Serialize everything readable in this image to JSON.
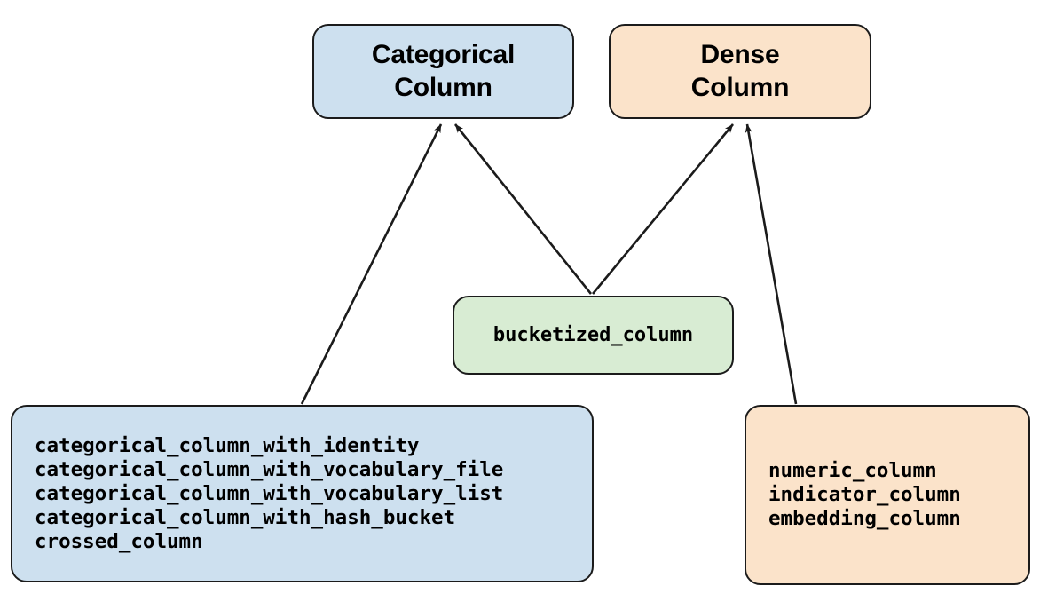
{
  "diagram": {
    "title_semantics": "TensorFlow feature column type hierarchy",
    "colors": {
      "categorical_fill": "#cde0ef",
      "dense_fill": "#fbe3ca",
      "bucketized_fill": "#d8ecd3",
      "stroke": "#1b1b1b",
      "text": "#000000",
      "background": "#ffffff"
    },
    "nodes": {
      "categorical_column": {
        "label": "Categorical\nColumn",
        "fill": "#cde0ef"
      },
      "dense_column": {
        "label": "Dense\nColumn",
        "fill": "#fbe3ca"
      },
      "bucketized_column": {
        "label": "bucketized_column",
        "fill": "#d8ecd3"
      },
      "categorical_constructors": {
        "fill": "#cde0ef",
        "items": [
          "categorical_column_with_identity",
          "categorical_column_with_vocabulary_file",
          "categorical_column_with_vocabulary_list",
          "categorical_column_with_hash_bucket",
          "crossed_column"
        ]
      },
      "dense_constructors": {
        "fill": "#fbe3ca",
        "items": [
          "numeric_column",
          "indicator_column",
          "embedding_column"
        ]
      }
    },
    "edges": [
      {
        "from": "categorical_constructors",
        "to": "categorical_column",
        "arrow": "open-head"
      },
      {
        "from": "bucketized_column",
        "to": "categorical_column",
        "arrow": "open-head"
      },
      {
        "from": "bucketized_column",
        "to": "dense_column",
        "arrow": "open-head"
      },
      {
        "from": "dense_constructors",
        "to": "dense_column",
        "arrow": "open-head"
      }
    ]
  }
}
